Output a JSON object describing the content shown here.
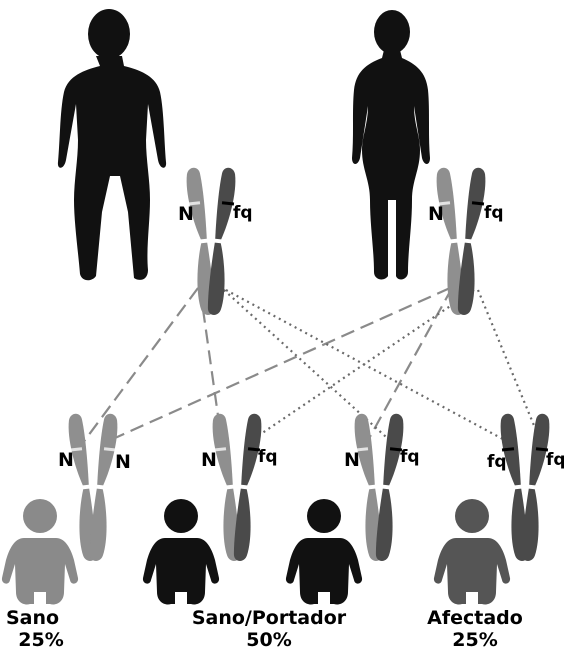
{
  "parents": {
    "father": {
      "allele_left": "N",
      "allele_right": "fq"
    },
    "mother": {
      "allele_left": "N",
      "allele_right": "fq"
    }
  },
  "children": [
    {
      "allele_left": "N",
      "allele_right": "N",
      "status": "healthy"
    },
    {
      "allele_left": "N",
      "allele_right": "fq",
      "status": "carrier"
    },
    {
      "allele_left": "N",
      "allele_right": "fq",
      "status": "carrier"
    },
    {
      "allele_left": "fq",
      "allele_right": "fq",
      "status": "affected"
    }
  ],
  "outcomes": {
    "healthy": {
      "label": "Sano",
      "percent": "25%"
    },
    "carrier": {
      "label": "Sano/Portador",
      "percent": "50%"
    },
    "affected": {
      "label": "Afectado",
      "percent": "25%"
    }
  },
  "colors": {
    "adult": "#111111",
    "healthy_baby": "#8a8a8a",
    "carrier_baby": "#111111",
    "affected_baby": "#555555",
    "normal_chromatid": "#8f8f8f",
    "mutant_chromatid": "#4a4a4a",
    "dashed_line": "#8a8a8a",
    "dotted_line": "#6a6a6a"
  }
}
